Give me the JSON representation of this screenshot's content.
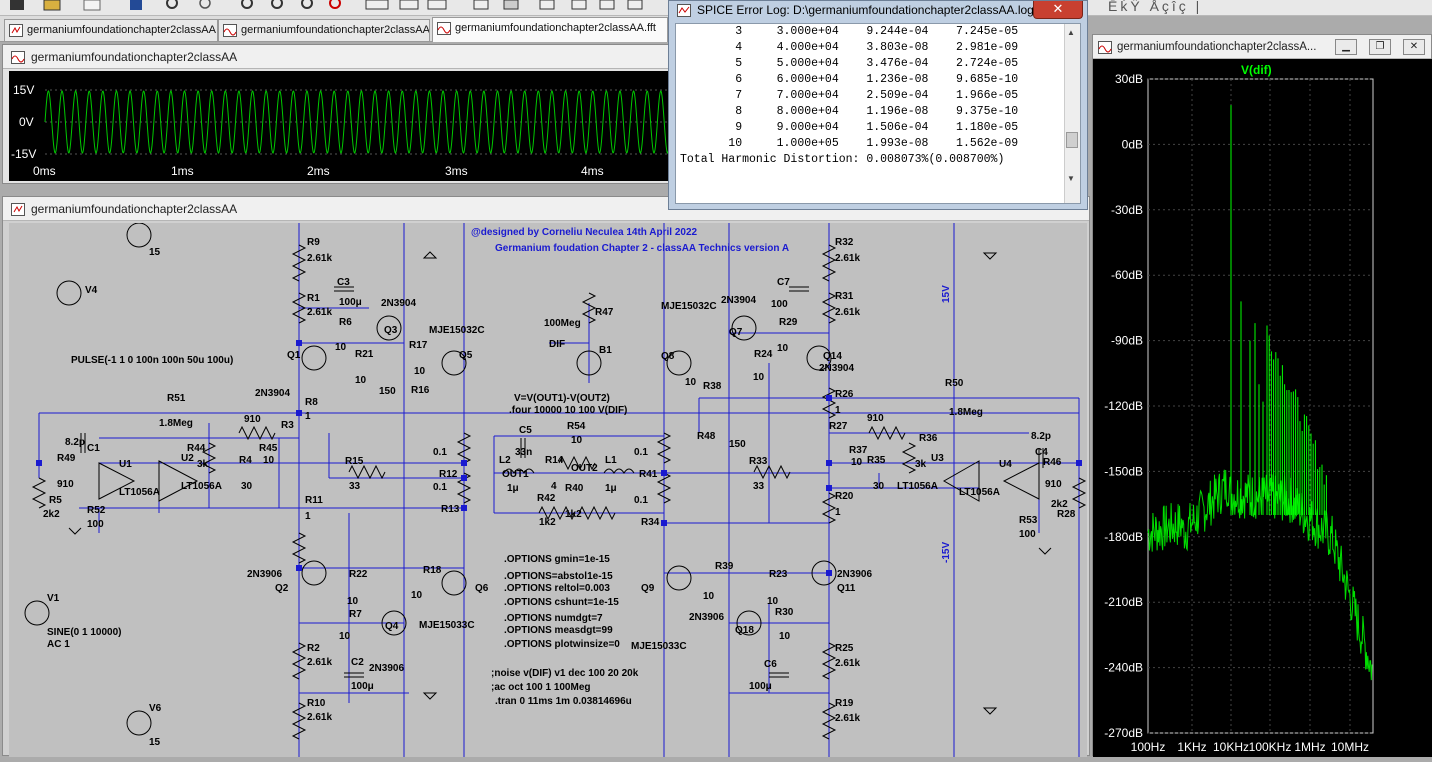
{
  "tabs": [
    {
      "label": "germaniumfoundationchapter2classAA",
      "icon": "schematic-icon"
    },
    {
      "label": "germaniumfoundationchapter2classAA",
      "icon": "waveform-icon"
    },
    {
      "label": "germaniumfoundationchapter2classAA.fft",
      "icon": "waveform-icon"
    }
  ],
  "wave_window": {
    "title": "germaniumfoundationchapter2classAA",
    "y_ticks": [
      "15V",
      "0V",
      "-15V"
    ],
    "x_ticks": [
      "0ms",
      "1ms",
      "2ms",
      "3ms",
      "4ms"
    ],
    "trace_color": "#00c800"
  },
  "schematic_window": {
    "title": "germaniumfoundationchapter2classAA",
    "header1": "@designed by Corneliu Neculea 14th April 2022",
    "header2": "Germanium foudation Chapter 2 - classAA Technics version A",
    "sim_text": {
      "v_def": "V=V(OUT1)-V(OUT2)",
      "four": ".four 10000 10 100 V(DIF)",
      "pulse": "PULSE(-1 1 0 100n 100n 50u 100u)",
      "sine": "SINE(0 1 10000)",
      "ac": "AC 1",
      "options": [
        ".OPTIONS gmin=1e-15",
        ".OPTIONS=abstol1e-15",
        ".OPTIONS reltol=0.003",
        ".OPTIONS cshunt=1e-15",
        ".OPTIONS numdgt=7",
        ".OPTIONS measdgt=99",
        ".OPTIONS plotwinsize=0"
      ],
      "noise": ";noise v(DIF) v1 dec 100 20 20k",
      "acdir": ";ac oct 100 1 100Meg",
      "tran": ".tran 0 11ms 1m 0.03814696u"
    },
    "rail_pos": "15V",
    "rail_neg": "-15V",
    "labels": {
      "v4": "V4",
      "v1": "V1",
      "v5": "15",
      "v6": "V6",
      "v6v": "15",
      "r9": "R9",
      "r9v": "2.61k",
      "r1": "R1",
      "r1v": "2.61k",
      "c3": "C3",
      "c3v": "100μ",
      "r6": "R6",
      "r6v": "10",
      "q3": "Q3",
      "n3904a": "2N3904",
      "q1": "Q1",
      "r21": "R21",
      "r21v": "10",
      "r17": "R17",
      "r17v": "10",
      "q5": "Q5",
      "mje1": "MJE15032C",
      "r16": "R16",
      "r16v": "150",
      "r8": "R8",
      "r8v": "1",
      "n3904b": "2N3904",
      "r51": "R51",
      "r51v": "1.8Meg",
      "r44": "R44",
      "r44v": "3k",
      "r45": "R45",
      "r45v": "10",
      "r3": "R3",
      "r3v": "910",
      "r4": "R4",
      "r4v": "30",
      "u2": "U2",
      "u2t": "LT1056A",
      "u1": "U1",
      "u1t": "LT1056A",
      "c1": "C1",
      "c1v": "8.2p",
      "r49": "R49",
      "r49v": "910",
      "r5": "R5",
      "r5v": "2k2",
      "r52": "R52",
      "r52v": "100",
      "r15": "R15",
      "r15v": "33",
      "r12": "R12",
      "r12v": "0.1",
      "r12b": "0.1",
      "r13": "R13",
      "r11": "R11",
      "r11v": "1",
      "r47": "R47",
      "r47v": "100Meg",
      "dif": "DIF",
      "b1": "B1",
      "c5": "C5",
      "c5v": "33n",
      "r54": "R54",
      "r54v": "10",
      "l2": "L2",
      "l2v": "1μ",
      "r14": "R14",
      "r14v": "4",
      "out1": "OUT1",
      "out2": "OUT2",
      "l1": "L1",
      "l1v": "1μ",
      "r42": "R42",
      "r42v": "1k2",
      "r40": "R40",
      "r40v": "1k2",
      "r41": "R41",
      "r41v": "0.1",
      "r41b": "0.1",
      "r34": "R34",
      "q8": "Q8",
      "mje2": "MJE15032C",
      "n3904c": "2N3904",
      "q7": "Q7",
      "r38": "R38",
      "r38v": "10",
      "r24": "R24",
      "r24v": "10",
      "r29": "R29",
      "r29v": "10",
      "c7": "C7",
      "c7v": "100",
      "r32": "R32",
      "r32v": "2.61k",
      "r31": "R31",
      "r31v": "2.61k",
      "q14": "Q14",
      "n3904d": "2N3904",
      "r26": "R26",
      "r26v": "1",
      "r48": "R48",
      "r48v": "150",
      "r33": "R33",
      "r33v": "33",
      "r27": "R27",
      "r27v": "910",
      "r37": "R37",
      "r37v": "10",
      "r35": "R35",
      "r35v": "30",
      "r36": "R36",
      "r36v": "3k",
      "u3": "U3",
      "u3t": "LT1056A",
      "u4": "U4",
      "u4t": "LT1056A",
      "r50": "R50",
      "r50v": "1.8Meg",
      "c4": "C4",
      "c4v": "8.2p",
      "r46": "R46",
      "r46v": "910",
      "r28": "R28",
      "r28v": "2k2",
      "r53": "R53",
      "r53v": "100",
      "r20": "R20",
      "r20v": "1",
      "n3906a": "2N3906",
      "q2": "Q2",
      "r22": "R22",
      "r22v": "10",
      "r18": "R18",
      "r18v": "10",
      "q6": "Q6",
      "r7": "R7",
      "r7v": "10",
      "q4": "Q4",
      "mje3": "MJE15033C",
      "r2": "R2",
      "r2v": "2.61k",
      "c2": "C2",
      "c2v": "100μ",
      "n3906b": "2N3906",
      "r10": "R10",
      "r10v": "2.61k",
      "q9": "Q9",
      "r39": "R39",
      "r39v": "10",
      "r23": "R23",
      "r23v": "10",
      "n3906c": "2N3906",
      "q11": "Q11",
      "n3906d": "2N3906",
      "r30": "R30",
      "r30v": "10",
      "q18": "Q18",
      "mje4": "MJE15033C",
      "c6": "C6",
      "c6v": "100μ",
      "r25": "R25",
      "r25v": "2.61k",
      "r19": "R19",
      "r19v": "2.61k"
    }
  },
  "log_window": {
    "title": "SPICE Error Log: D:\\germaniumfoundationchapter2classAA.log",
    "close": "✕",
    "rows": [
      {
        "n": "3",
        "f": "3.000e+04",
        "a": "9.244e-04",
        "b": "7.245e-05"
      },
      {
        "n": "4",
        "f": "4.000e+04",
        "a": "3.803e-08",
        "b": "2.981e-09"
      },
      {
        "n": "5",
        "f": "5.000e+04",
        "a": "3.476e-04",
        "b": "2.724e-05"
      },
      {
        "n": "6",
        "f": "6.000e+04",
        "a": "1.236e-08",
        "b": "9.685e-10"
      },
      {
        "n": "7",
        "f": "7.000e+04",
        "a": "2.509e-04",
        "b": "1.966e-05"
      },
      {
        "n": "8",
        "f": "8.000e+04",
        "a": "1.196e-08",
        "b": "9.375e-10"
      },
      {
        "n": "9",
        "f": "9.000e+04",
        "a": "1.506e-04",
        "b": "1.180e-05"
      },
      {
        "n": "10",
        "f": "1.000e+05",
        "a": "1.993e-08",
        "b": "1.562e-09"
      }
    ],
    "thd": "Total Harmonic Distortion: 0.008073%(0.008700%)"
  },
  "fft_window": {
    "title": "germaniumfoundationchapter2classA...",
    "trace": "V(dif)",
    "y_ticks": [
      "30dB",
      "0dB",
      "-30dB",
      "-60dB",
      "-90dB",
      "-120dB",
      "-150dB",
      "-180dB",
      "-210dB",
      "-240dB",
      "-270dB"
    ],
    "x_ticks": [
      "100Hz",
      "1KHz",
      "10KHz",
      "100KHz",
      "1MHz",
      "10MHz"
    ],
    "trace_color": "#00ff00"
  },
  "toolbar": {
    "right_text": "ĒǩŸ Ǻçîç |"
  }
}
